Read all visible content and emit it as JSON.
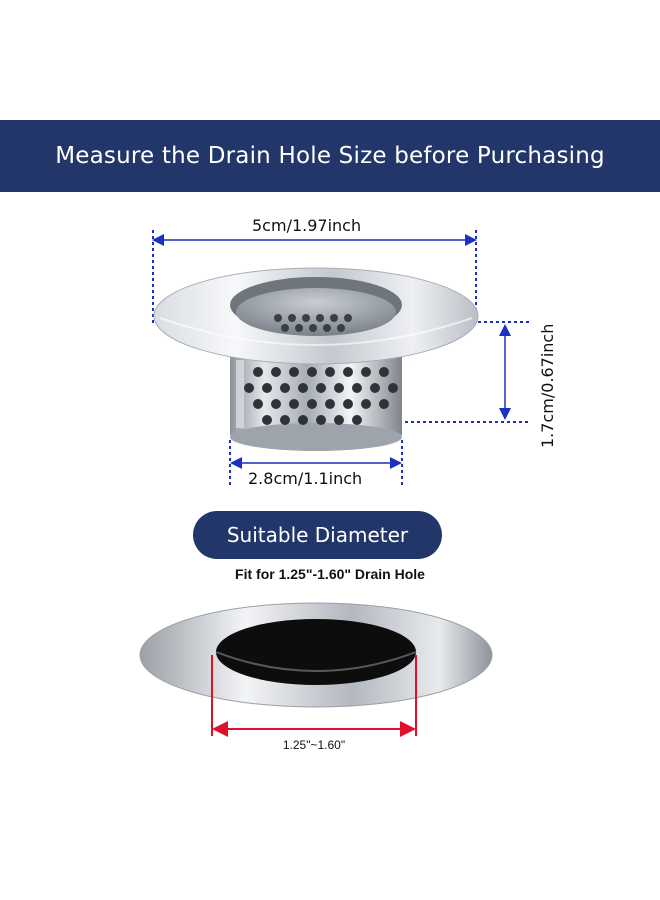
{
  "banner": {
    "title": "Measure the Drain Hole Size before Purchasing"
  },
  "dimensions": {
    "top_width": "5cm/1.97inch",
    "bottom_width": "2.8cm/1.1inch",
    "height": "1.7cm/0.67inch"
  },
  "suitable": {
    "pill_label": "Suitable Diameter",
    "fit_text": "Fit for 1.25\"-1.60\" Drain Hole",
    "range_label": "1.25\"~1.60\""
  },
  "colors": {
    "banner_bg": "#22366a",
    "dim_line": "#1b2fc0",
    "red_line": "#e0102a",
    "steel_light": "#eef0f3",
    "steel_dark": "#8a9099"
  }
}
